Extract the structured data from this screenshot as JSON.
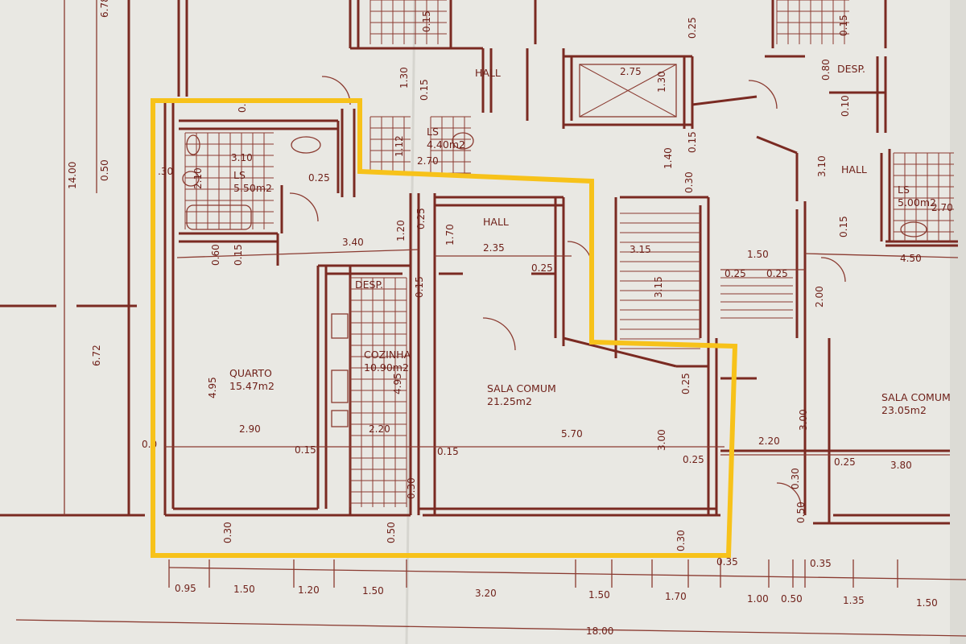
{
  "plan": {
    "rooms": [
      {
        "name": "QUARTO",
        "area": "15.47m2"
      },
      {
        "name": "COZINHA",
        "area": "10.90m2"
      },
      {
        "name": "SALA COMUM",
        "area": "21.25m2"
      },
      {
        "name": "LS",
        "area": "5.50m2"
      },
      {
        "name": "LS",
        "area": "4.40m2"
      },
      {
        "name": "LS",
        "area": "5.00m2"
      },
      {
        "name": "SALA COMUM",
        "area": "23.05m2"
      },
      {
        "name": "HALL",
        "area": ""
      },
      {
        "name": "HALL",
        "area": ""
      },
      {
        "name": "HALL",
        "area": ""
      },
      {
        "name": "DESP.",
        "area": ""
      },
      {
        "name": "DESP.",
        "area": ""
      }
    ],
    "dimensions": [
      "3.10",
      "2.10",
      "0.25",
      ".30",
      "0.2",
      "3.40",
      "0.60",
      "0.15",
      "1.20",
      "0.25",
      "1.70",
      "2.35",
      "0.25",
      "0.15",
      "4.95",
      "2.90",
      "0.15",
      "2.20",
      "4.95",
      "0.15",
      "5.70",
      "3.00",
      "0.25",
      "0.25",
      "0.30",
      "0.30",
      "0.50",
      "0.30",
      "0.0",
      "2.75",
      "1.30",
      "0.15",
      "0.25",
      "0.15",
      "1.40",
      "0.30",
      "3.15",
      "3.15",
      "1.50",
      "0.25",
      "0.25",
      "4.50",
      "2.00",
      "0.15",
      "3.10",
      "0.10",
      "0.80",
      "0.15",
      "0.15",
      "2.20",
      "3.80",
      "0.25",
      "3.00",
      "0.30",
      "0.50",
      "0.35",
      "0.35",
      "2.70",
      "14.00",
      "0.50",
      "6.72",
      "6.78",
      "1.12",
      "2.70",
      "1.30"
    ],
    "bottom_dimensions": [
      "0.95",
      "1.50",
      "1.20",
      "1.50",
      "3.20",
      "1.50",
      "1.70",
      "1.00",
      "0.50",
      "1.35",
      "1.50"
    ],
    "total_width": "18.00",
    "highlight_color": "#f7c21a",
    "line_color": "#7a2a22"
  }
}
